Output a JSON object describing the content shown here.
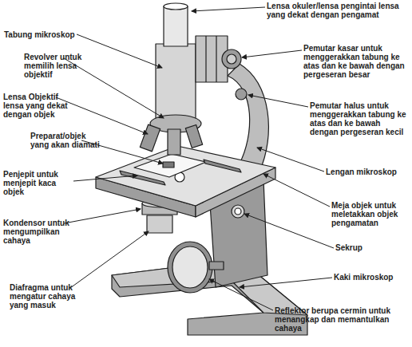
{
  "diagram": {
    "labels": [
      "Lensa okuler/lensa pengintai lensa yang dekat dengan pengamat",
      "Tabung mikroskop",
      "Revolver untuk memilih lensa objektif",
      "Pemutar kasar untuk menggerakkan tabung ke atas dan ke bawah dengan pergeseran besar",
      "Lensa Objektif lensa yang dekat dengan objek",
      "Pemutar halus untuk menggerakkan tabung ke atas dan ke bawah dengan pergeseran kecil",
      "Preparat/objek yang akan diamati",
      "Penjepit untuk menjepit kaca objek",
      "Lengan mikroskop",
      "Kondensor untuk mengumpilkan cahaya",
      "Meja objek untuk meletakkan objek pengamatan",
      "Sekrup",
      "Kaki mikroskop",
      "Diafragma untuk mengatur cahaya yang masuk",
      "Reflektor berupa cermin untuk menangkap dan memantulkan cahaya"
    ]
  }
}
